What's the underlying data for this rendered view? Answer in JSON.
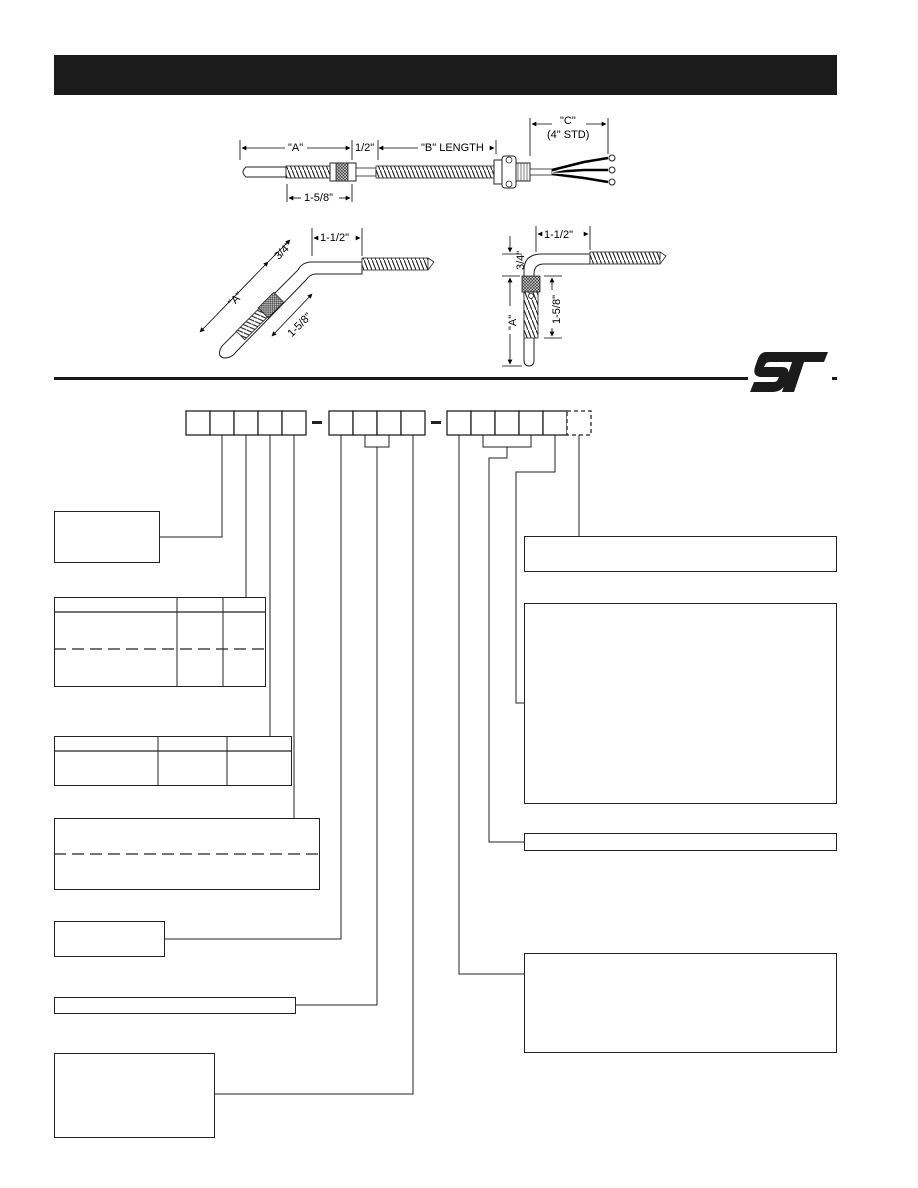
{
  "header": {
    "title": ""
  },
  "drawing": {
    "straight": {
      "dim_a": "\"A\"",
      "dim_half": "1/2\"",
      "dim_b": "\"B\" LENGTH",
      "dim_c": "\"C\"",
      "dim_c_std": "(4\" STD)",
      "dim_fitting": "1-5/8\""
    },
    "angle45": {
      "dim_len": "1-1/2\"",
      "dim_34": "3/4\"",
      "dim_a": "\"A\"",
      "dim_fitting": "1-5/8\""
    },
    "angle90": {
      "dim_len": "1-1/2\"",
      "dim_34": "3/4\"",
      "dim_a": "\"A\"",
      "dim_fitting": "1-5/8\""
    }
  },
  "logo": {
    "text": "ST",
    "color": "#1b1b1b"
  },
  "part_number": {
    "group1_boxes": 5,
    "group2_boxes": 4,
    "group3_boxes": 5,
    "optional_boxes": 1,
    "separator": "-"
  }
}
